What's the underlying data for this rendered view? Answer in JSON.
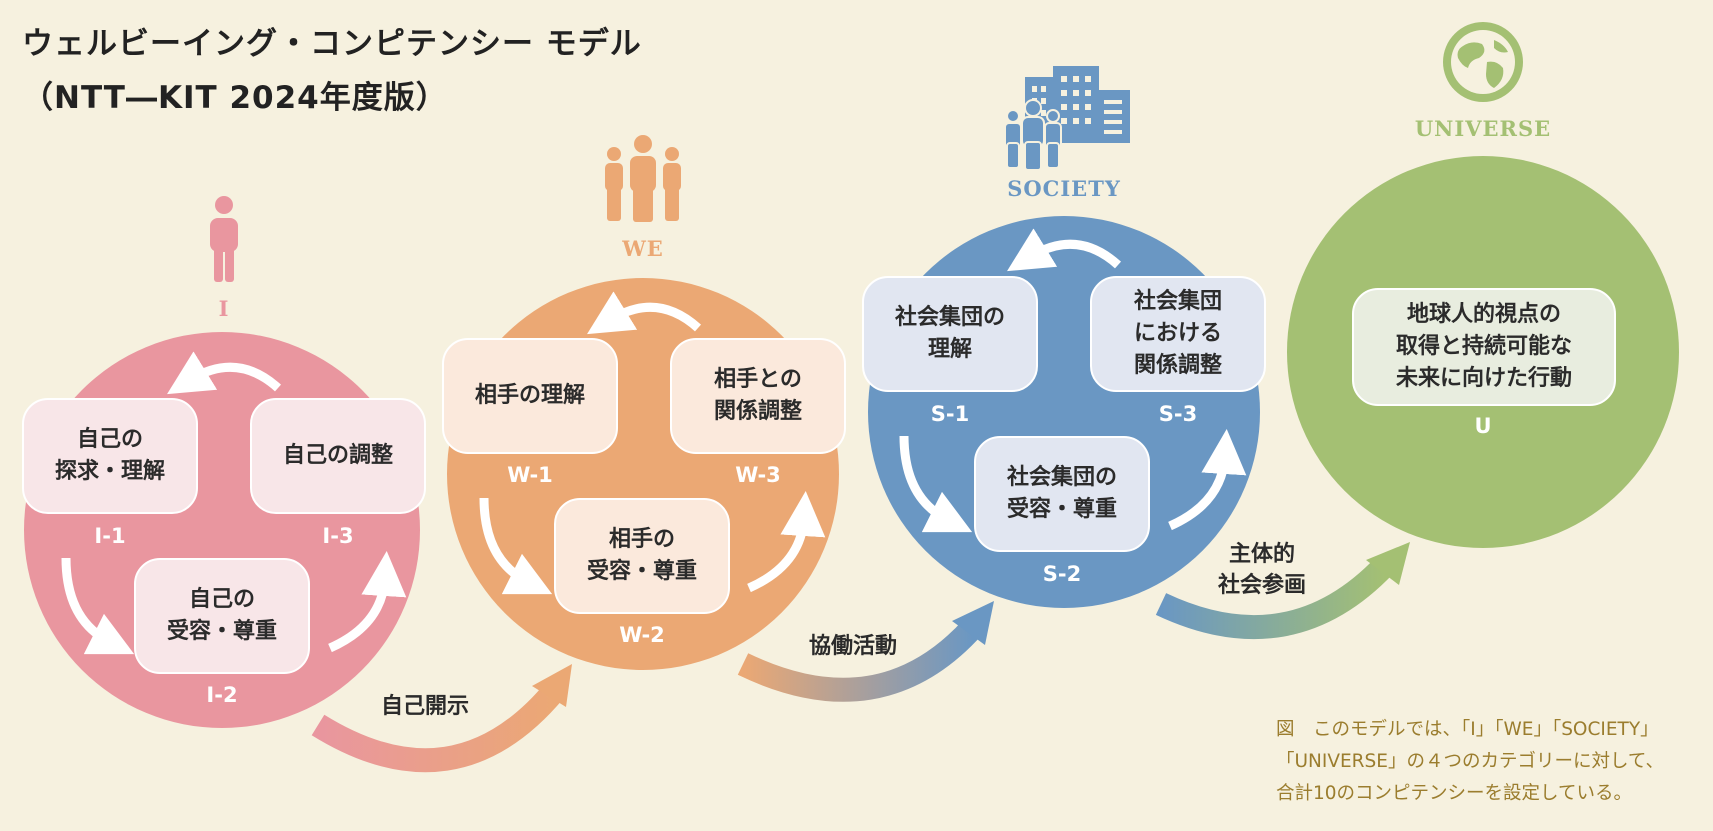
{
  "title": {
    "line1": "ウェルビーイング・コンピテンシー モデル",
    "line2": "（NTT―KIT 2024年度版）"
  },
  "colors": {
    "background": "#f6f1df",
    "i": "#e9969f",
    "we": "#eba874",
    "society": "#6a97c3",
    "universe": "#a4c073",
    "caption": "#9b7d2e"
  },
  "categories": [
    {
      "id": "i",
      "label": "I",
      "icon": "person-icon"
    },
    {
      "id": "we",
      "label": "WE",
      "icon": "group-icon"
    },
    {
      "id": "society",
      "label": "SOCIETY",
      "icon": "city-people-icon"
    },
    {
      "id": "universe",
      "label": "UNIVERSE",
      "icon": "globe-icon"
    }
  ],
  "competencies": {
    "i1": {
      "code": "I-1",
      "text": "自己の\n探求・理解"
    },
    "i2": {
      "code": "I-2",
      "text": "自己の\n受容・尊重"
    },
    "i3": {
      "code": "I-3",
      "text": "自己の調整"
    },
    "w1": {
      "code": "W-1",
      "text": "相手の理解"
    },
    "w2": {
      "code": "W-2",
      "text": "相手の\n受容・尊重"
    },
    "w3": {
      "code": "W-3",
      "text": "相手との\n関係調整"
    },
    "s1": {
      "code": "S-1",
      "text": "社会集団の\n理解"
    },
    "s2": {
      "code": "S-2",
      "text": "社会集団の\n受容・尊重"
    },
    "s3": {
      "code": "S-3",
      "text": "社会集団\nにおける\n関係調整"
    },
    "u": {
      "code": "U",
      "text": "地球人的視点の\n取得と持続可能な\n未来に向けた行動"
    }
  },
  "transitions": [
    {
      "from": "I",
      "to": "WE",
      "label": "自己開示"
    },
    {
      "from": "WE",
      "to": "SOCIETY",
      "label": "協働活動"
    },
    {
      "from": "SOCIETY",
      "to": "UNIVERSE",
      "label": "主体的\n社会参画"
    }
  ],
  "caption": {
    "line1": "図　このモデルでは、「I」「WE」「SOCIETY」",
    "line2": "「UNIVERSE」の４つのカテゴリーに対して、",
    "line3": "合計10のコンピテンシーを設定している。"
  }
}
